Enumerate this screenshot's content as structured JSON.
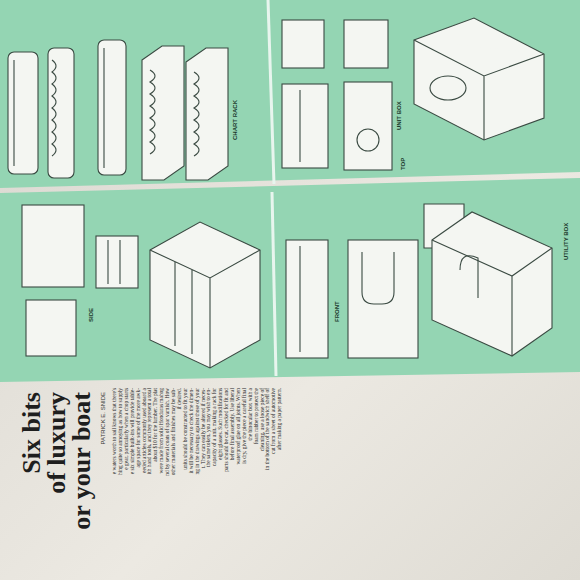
{
  "diagram": {
    "labels": [
      "Six bits",
      "of luxury",
      "or your boat",
      "PATRICK E. SNIDE",
      "e waters worth to sail knows that there's",
      "hing quite so annoying as how to supply",
      "e gear, particularly when a chop starts",
      "e six simple built-ins will provide table-",
      "age space for some of the more awk-",
      "eeded articles commonly used aboard a",
      "ith hand tools, and they represent a total",
      "about $10 for the lumber. The plat",
      "were made from solid Honduras mahog",
      "nd by several coats of spar varnish. How",
      "other materials and finishes may be sub-",
      "if desired.",
      "units should be constructed to fit your",
      "it will be necessary to check the dimen-",
      "ng in the drawings against those of your",
      "t. They can easily be altered if neces-",
      "the same token, you may wish to en-",
      "capacity of a unit, making a rack for",
      "eight glasses. Such modifications",
      "parts should be cut, checked for fit and",
      "before final assembly. Use liberal",
      "waterproof glue on all joints. When",
      "is dry, give the piece a careful final",
      "the binocular box with a",
      "foam rubber to protect the",
      "cleaning, use a loose piece of",
      "in the bottom of the sandwich shelf of",
      "cut from a sheet of automotive",
      "after making a paper pattern.",
      "CHART RACK",
      "UNIT BOX",
      "UTILITY BOX",
      "FRONT",
      "SIDE",
      "TOP"
    ]
  }
}
